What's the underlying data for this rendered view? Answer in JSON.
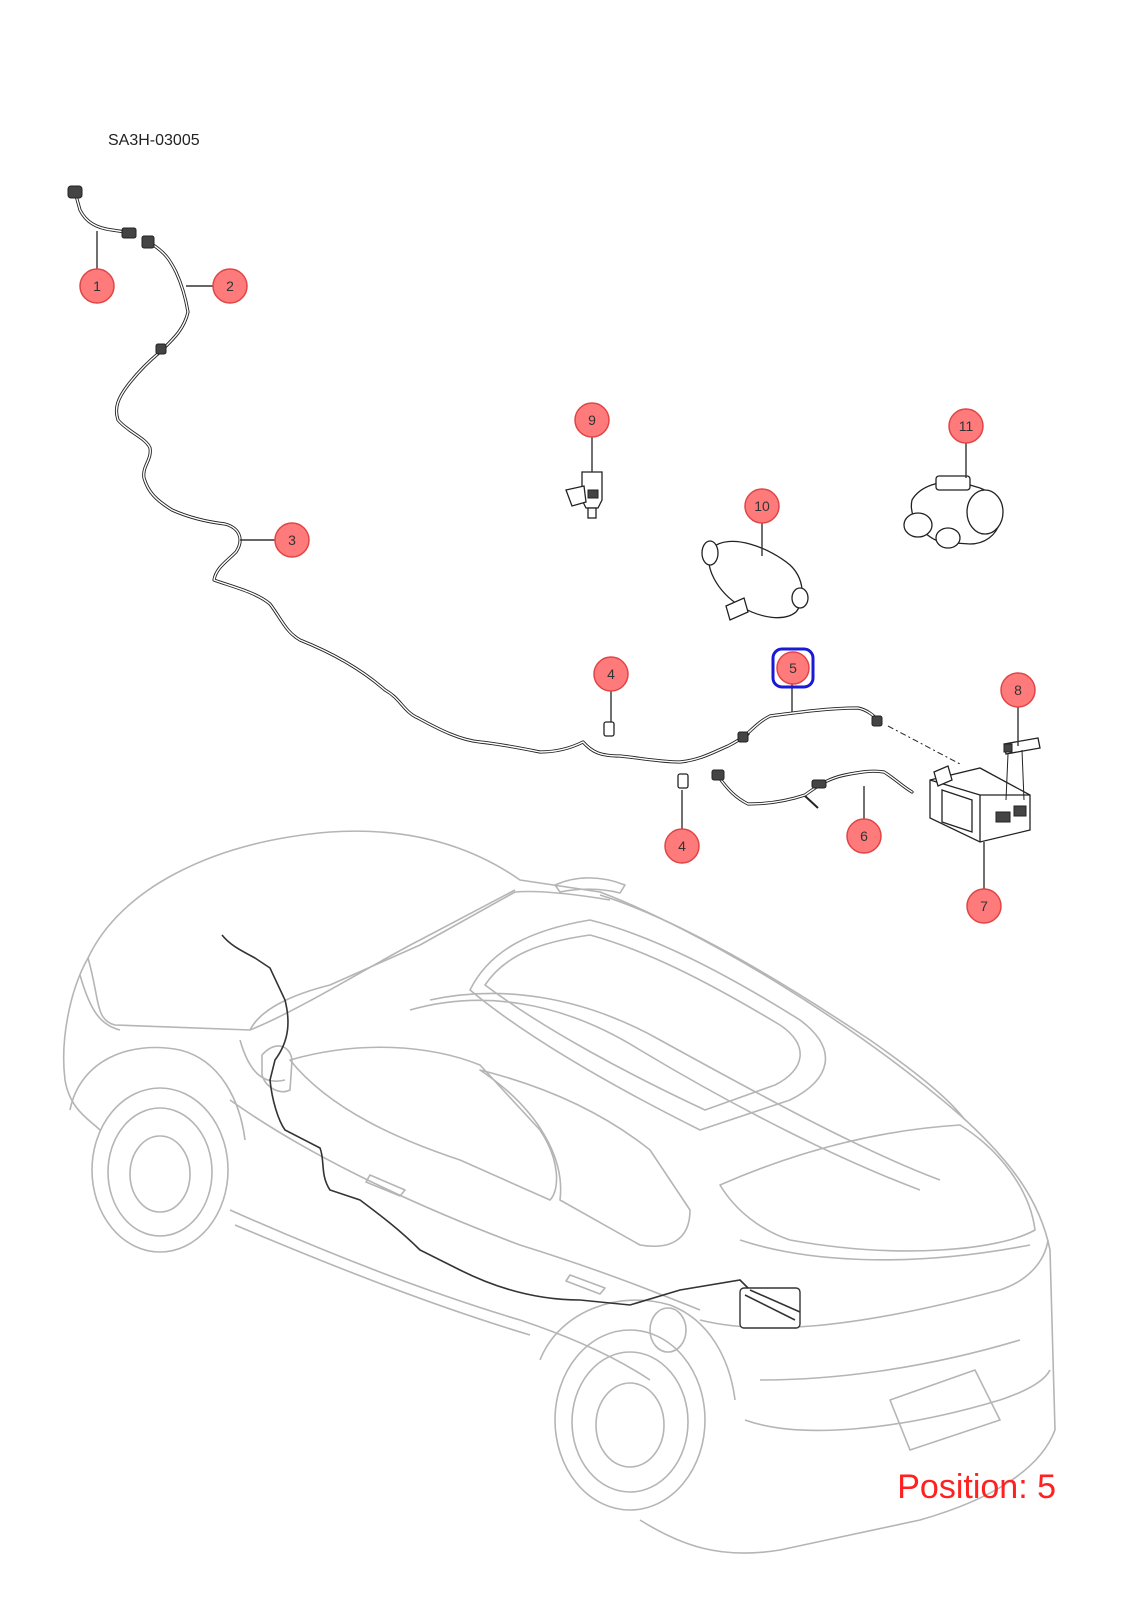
{
  "diagram_code": "SA3H-03005",
  "position_label": "Position: 5",
  "selected_callout": "5",
  "colors": {
    "callout_fill": "#ff7b7b",
    "callout_stroke": "#e04545",
    "selection": "#1a1ad6",
    "position_text": "#ff2020",
    "car_outline": "#b5b5b5"
  },
  "callouts": [
    {
      "id": "c1",
      "label": "1"
    },
    {
      "id": "c2",
      "label": "2"
    },
    {
      "id": "c3",
      "label": "3"
    },
    {
      "id": "c4a",
      "label": "4"
    },
    {
      "id": "c4b",
      "label": "4"
    },
    {
      "id": "c5",
      "label": "5"
    },
    {
      "id": "c6",
      "label": "6"
    },
    {
      "id": "c7",
      "label": "7"
    },
    {
      "id": "c8",
      "label": "8"
    },
    {
      "id": "c9",
      "label": "9"
    },
    {
      "id": "c10",
      "label": "10"
    },
    {
      "id": "c11",
      "label": "11"
    }
  ]
}
